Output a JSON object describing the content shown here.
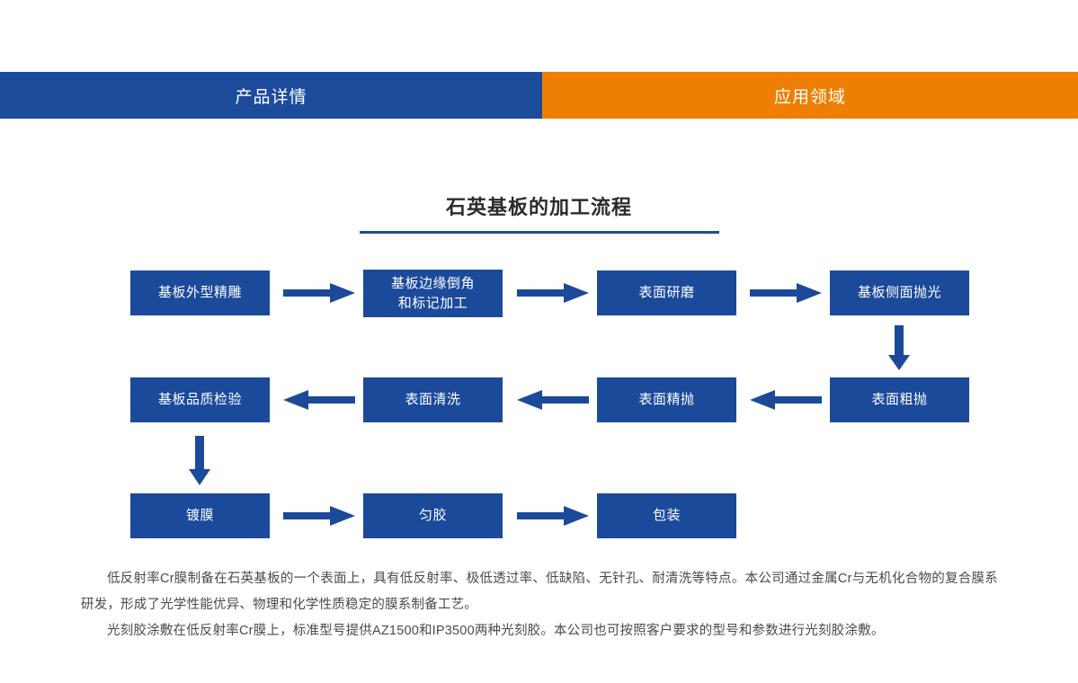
{
  "colors": {
    "brand_blue": "#1c4b9c",
    "node_blue": "#1b4a9b",
    "accent_orange": "#ee7e04",
    "text_gray": "#4a4a4a",
    "title_dark": "#2b2b2b"
  },
  "tabs": [
    {
      "label": "产品详情",
      "state": "active",
      "color": "#1c4b9c"
    },
    {
      "label": "应用领域",
      "state": "inactive",
      "color": "#ee7e04"
    }
  ],
  "section": {
    "title": "石英基板的加工流程"
  },
  "flow": {
    "rows": [
      {
        "direction": "left-to-right",
        "nodes": [
          {
            "label": "基板外型精雕"
          },
          {
            "line1": "基板边缘倒角",
            "line2": "和标记加工"
          },
          {
            "label": "表面研磨"
          },
          {
            "label": "基板侧面抛光"
          }
        ]
      },
      {
        "direction": "right-to-left",
        "nodes": [
          {
            "label": "基板品质检验"
          },
          {
            "label": "表面清洗"
          },
          {
            "label": "表面精抛"
          },
          {
            "label": "表面粗抛"
          }
        ]
      },
      {
        "direction": "left-to-right",
        "nodes": [
          {
            "label": "镀膜"
          },
          {
            "label": "匀胶"
          },
          {
            "label": "包装"
          }
        ]
      }
    ]
  },
  "paragraphs": [
    "低反射率Cr膜制备在石英基板的一个表面上，具有低反射率、极低透过率、低缺陷、无针孔、耐清洗等特点。本公司通过金属Cr与无机化合物的复合膜系研发，形成了光学性能优异、物理和化学性质稳定的膜系制备工艺。",
    "光刻胶涂敷在低反射率Cr膜上，标准型号提供AZ1500和IP3500两种光刻胶。本公司也可按照客户要求的型号和参数进行光刻胶涂敷。"
  ]
}
